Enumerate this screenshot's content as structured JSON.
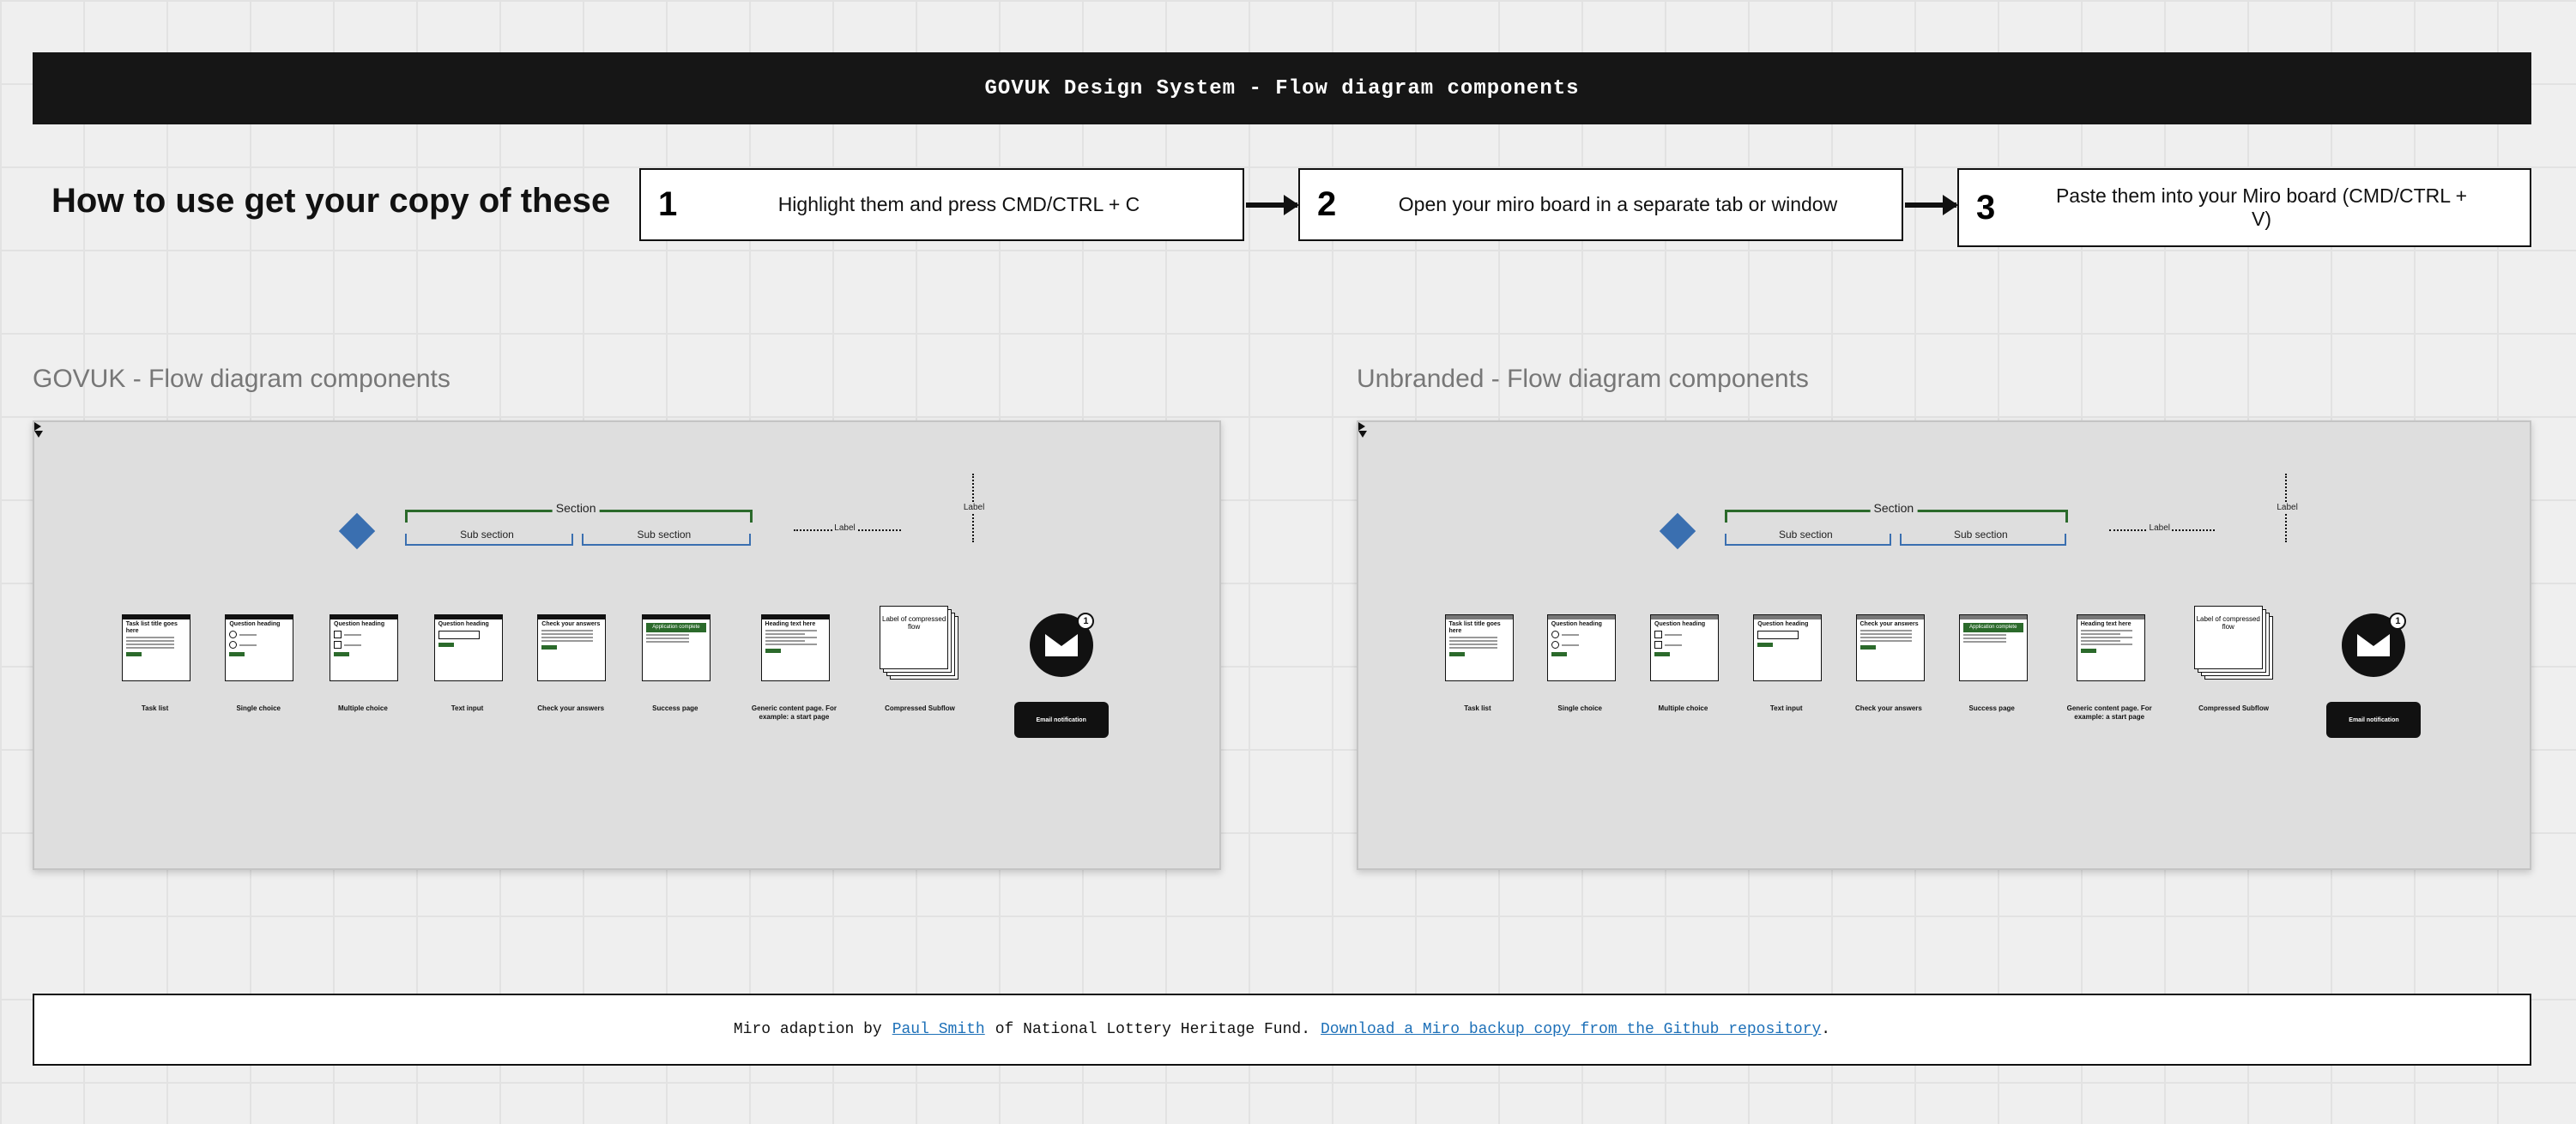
{
  "header": {
    "title": "GOVUK Design System - Flow diagram components"
  },
  "howto": {
    "heading": "How to use get your copy of these",
    "steps": [
      {
        "num": "1",
        "text": "Highlight them and press CMD/CTRL + C"
      },
      {
        "num": "2",
        "text": "Open your miro board in a separate tab or window"
      },
      {
        "num": "3",
        "text": "Paste them into your Miro board (CMD/CTRL + V)"
      }
    ]
  },
  "boards": [
    {
      "title": "GOVUK - Flow diagram components"
    },
    {
      "title": "Unbranded - Flow diagram components"
    }
  ],
  "diagram": {
    "section_label": "Section",
    "sub_section_label": "Sub section",
    "label": "Label",
    "pages": [
      {
        "heading": "Task list title goes here",
        "caption": "Task list"
      },
      {
        "heading": "Question heading",
        "caption": "Single choice"
      },
      {
        "heading": "Question heading",
        "caption": "Multiple choice"
      },
      {
        "heading": "Question heading",
        "caption": "Text input"
      },
      {
        "heading": "Check your answers",
        "caption": "Check your answers"
      },
      {
        "heading": "Application complete",
        "caption": "Success page"
      },
      {
        "heading": "Heading text here",
        "caption": "Generic content page. For example: a start page"
      }
    ],
    "subflow": {
      "heading": "Label of compressed flow",
      "caption": "Compressed Subflow"
    },
    "email": {
      "badge": "1",
      "button": "Email notification"
    }
  },
  "footer": {
    "prefix": "Miro adaption by",
    "author_link": "Paul Smith",
    "middle": "of National Lottery Heritage Fund.",
    "download_link": "Download a Miro backup copy from the Github repository",
    "suffix": "."
  },
  "colors": {
    "header_bg": "#161616",
    "section_green": "#2b6a2b",
    "sub_section_blue": "#3a6fb0",
    "link_blue": "#1d70b8"
  }
}
